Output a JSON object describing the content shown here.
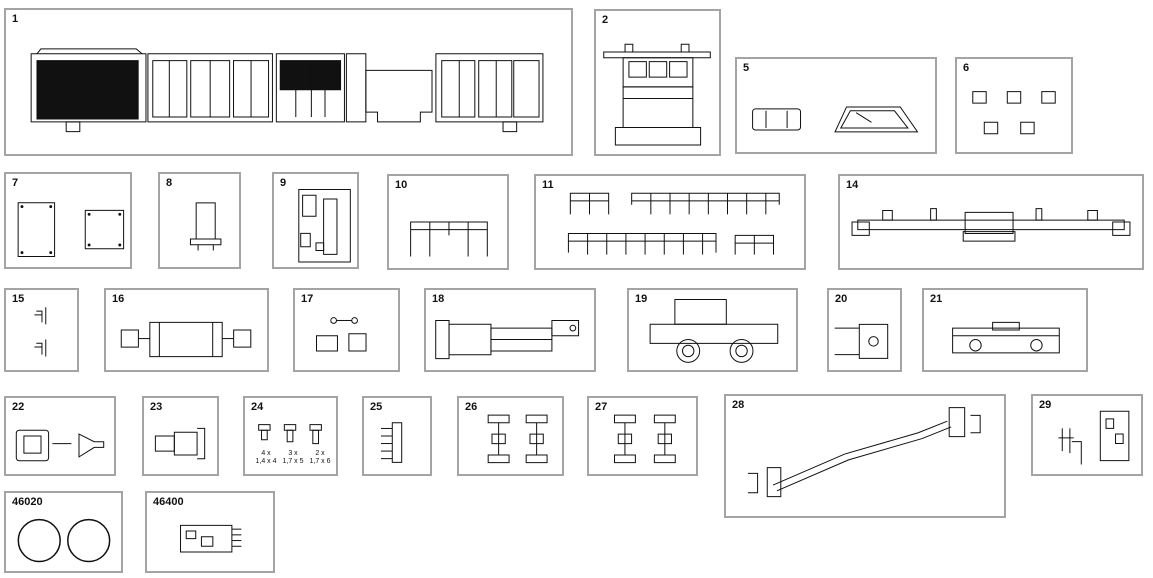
{
  "parts": [
    {
      "id": "1"
    },
    {
      "id": "2"
    },
    {
      "id": "5"
    },
    {
      "id": "6"
    },
    {
      "id": "7"
    },
    {
      "id": "8"
    },
    {
      "id": "9"
    },
    {
      "id": "10"
    },
    {
      "id": "11"
    },
    {
      "id": "14"
    },
    {
      "id": "15"
    },
    {
      "id": "16"
    },
    {
      "id": "17"
    },
    {
      "id": "18"
    },
    {
      "id": "19"
    },
    {
      "id": "20"
    },
    {
      "id": "21"
    },
    {
      "id": "22"
    },
    {
      "id": "23"
    },
    {
      "id": "24"
    },
    {
      "id": "25"
    },
    {
      "id": "26"
    },
    {
      "id": "27"
    },
    {
      "id": "28"
    },
    {
      "id": "29"
    },
    {
      "id": "46020"
    },
    {
      "id": "46400"
    }
  ],
  "screws": [
    {
      "qty": "4 x",
      "size": "1,4 x 4"
    },
    {
      "qty": "3 x",
      "size": "1,7 x 5"
    },
    {
      "qty": "2 x",
      "size": "1,7 x 6"
    }
  ]
}
